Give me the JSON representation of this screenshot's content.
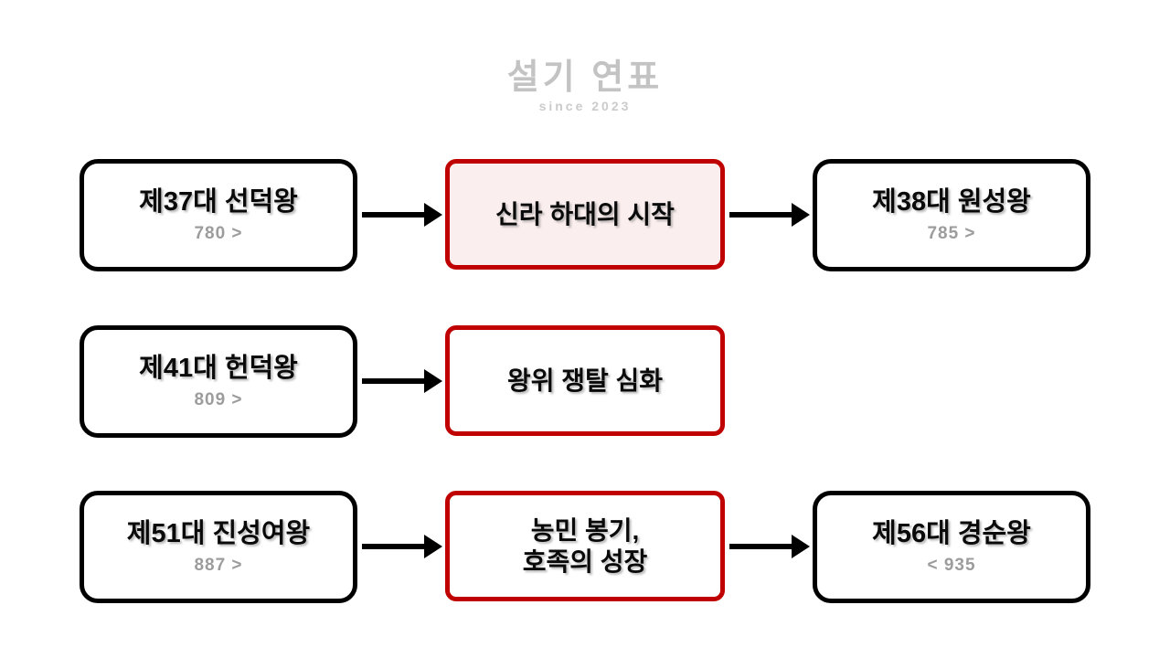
{
  "watermark": {
    "title": "설기 연표",
    "subtitle": "since 2023"
  },
  "colors": {
    "background": "#ffffff",
    "node_border": "#000000",
    "accent_border": "#c00000",
    "accent_fill": "#fbeeee",
    "year_text": "#9c9c9c",
    "title_text": "#0a0a0a",
    "arrow": "#000000"
  },
  "rows": [
    {
      "nodes": [
        {
          "name": "king-seondeok",
          "style": "plain",
          "column": "left",
          "title": "제37대 선덕왕",
          "year": "780 >"
        },
        {
          "name": "event-silla-late-period-start",
          "style": "accent-filled",
          "column": "mid",
          "title": "신라 하대의 시작",
          "year": ""
        },
        {
          "name": "king-wonseong",
          "style": "plain",
          "column": "right",
          "title": "제38대 원성왕",
          "year": "785 >"
        }
      ],
      "arrows": [
        "left",
        "right"
      ]
    },
    {
      "nodes": [
        {
          "name": "king-heondeok",
          "style": "plain",
          "column": "left",
          "title": "제41대 헌덕왕",
          "year": "809 >"
        },
        {
          "name": "event-throne-struggle",
          "style": "accent",
          "column": "mid",
          "title": "왕위 쟁탈 심화",
          "year": ""
        }
      ],
      "arrows": [
        "left"
      ]
    },
    {
      "nodes": [
        {
          "name": "queen-jinseong",
          "style": "plain",
          "column": "left",
          "title": "제51대 진성여왕",
          "year": "887 >"
        },
        {
          "name": "event-peasant-uprising-hojok",
          "style": "accent",
          "column": "mid",
          "title": "농민 봉기,\n호족의 성장",
          "year": ""
        },
        {
          "name": "king-gyeongsun",
          "style": "plain",
          "column": "right",
          "title": "제56대 경순왕",
          "year": "< 935"
        }
      ],
      "arrows": [
        "left",
        "right"
      ]
    }
  ]
}
